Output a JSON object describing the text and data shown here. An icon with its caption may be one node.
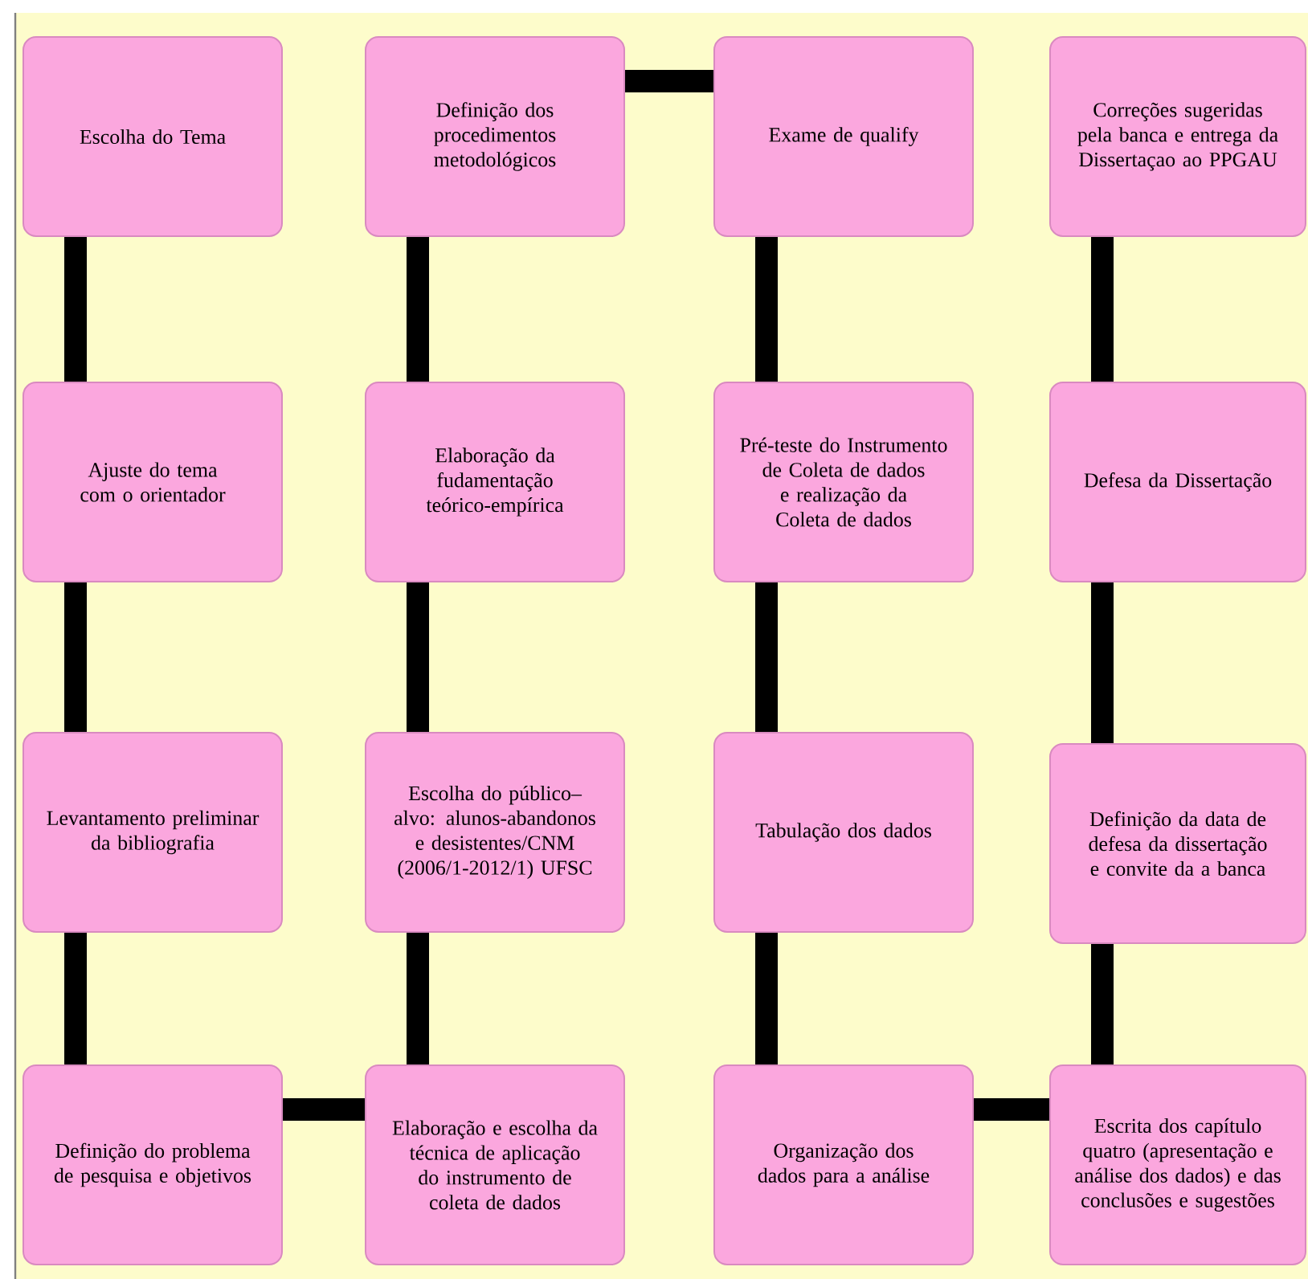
{
  "diagram": {
    "nodes": [
      {
        "text": [
          "Escolha do Tema"
        ]
      },
      {
        "text": [
          "Ajuste do tema com o orientador"
        ]
      },
      {
        "text": [
          "Levantamento preliminar da bibliografia"
        ]
      },
      {
        "text": [
          "Definição do problema de pesquisa e objetivos"
        ]
      },
      {
        "text": [
          "Elaboração e escolha da técnica de aplicação do instrumento de coleta de dados"
        ]
      },
      {
        "text": [
          "Escolha do público–alvo:  alunos-abandonos e desistentes/CNM (2006/1-2012/1) UFSC"
        ]
      },
      {
        "text": [
          "Elaboração da fudamentação teórico-empírica"
        ]
      },
      {
        "text": [
          "Definição dos procedimentos metodológicos"
        ]
      },
      {
        "text": [
          "Exame de qualify"
        ]
      },
      {
        "text": [
          "Pré-teste do Instrumento de Coleta de dados e realização da Coleta de dados"
        ]
      },
      {
        "text": [
          "Tabulação dos dados"
        ]
      },
      {
        "text": [
          "Organização dos dados para a análise"
        ]
      },
      {
        "text": [
          "Escrita dos capítulo quatro (apresentação e análise dos dados) e das conclusões e sugestões"
        ]
      },
      {
        "text": [
          "Definição da data de defesa da dissertação e convite da a banca"
        ]
      },
      {
        "text": [
          "Defesa da Dissertação"
        ]
      },
      {
        "text": [
          "Correções sugeridas pela banca e entrega da Dissertaçao ao PPGAU"
        ]
      }
    ],
    "edges": [
      {
        "from": 0,
        "to": 1,
        "arrow": "none"
      },
      {
        "from": 1,
        "to": 2,
        "arrow": "none"
      },
      {
        "from": 2,
        "to": 3,
        "arrow": "none"
      },
      {
        "from": 3,
        "to": 4,
        "arrow": "none"
      },
      {
        "from": 4,
        "to": 5,
        "arrow": "none"
      },
      {
        "from": 5,
        "to": 6,
        "arrow": "none"
      },
      {
        "from": 6,
        "to": 7,
        "arrow": "none"
      },
      {
        "from": 7,
        "to": 8,
        "arrow": "none"
      },
      {
        "from": 8,
        "to": 9,
        "arrow": "none"
      },
      {
        "from": 9,
        "to": 10,
        "arrow": "none"
      },
      {
        "from": 10,
        "to": 11,
        "arrow": "none"
      },
      {
        "from": 11,
        "to": 12,
        "arrow": "none"
      },
      {
        "from": 12,
        "to": 13,
        "arrow": "none"
      },
      {
        "from": 13,
        "to": 14,
        "arrow": "none"
      },
      {
        "from": 14,
        "to": 15,
        "arrow": "none"
      }
    ]
  }
}
